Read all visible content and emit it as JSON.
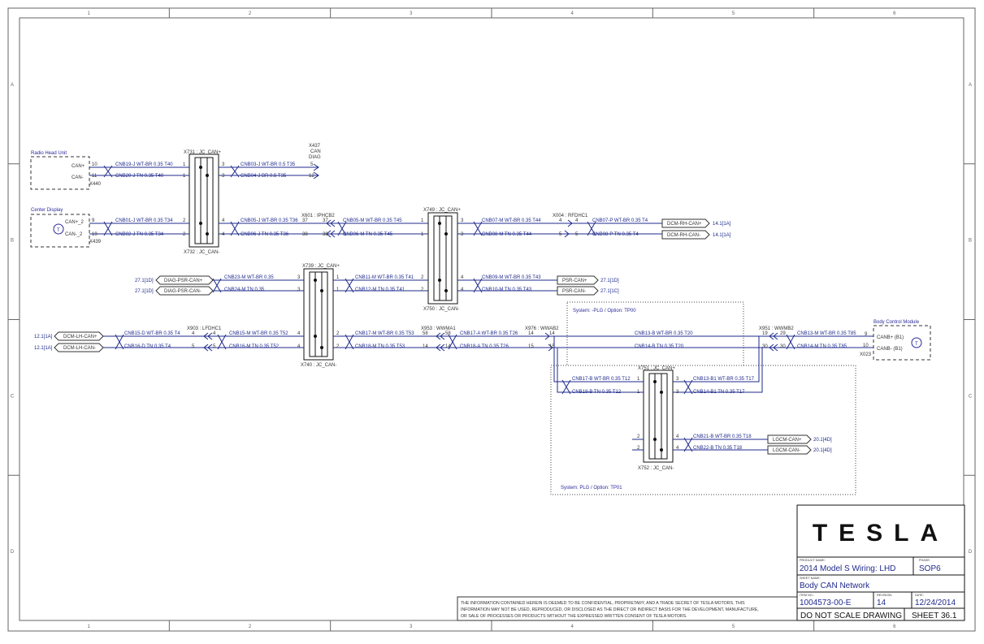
{
  "border": {
    "columns": [
      "1",
      "2",
      "3",
      "4",
      "5",
      "6"
    ],
    "rows": [
      "A",
      "B",
      "C",
      "D"
    ]
  },
  "modules": {
    "radio_head_unit": {
      "title": "Radio Head Unit",
      "pins": [
        "CAN+",
        "CAN-"
      ],
      "conn": "X440"
    },
    "center_display": {
      "title": "Center Display",
      "pins": [
        "CAN+_2",
        "CAN-_2"
      ],
      "conn": "X439",
      "badge": "T"
    },
    "body_control_module": {
      "title": "Body Control Module",
      "pins": [
        "CANB+ (B1)",
        "CANB- (B1)"
      ],
      "conn": "X023",
      "badge": "T",
      "pin_nums": [
        "9",
        "10"
      ]
    }
  },
  "connectors": {
    "x731": {
      "name": "X731 : JC_CAN+"
    },
    "x732": {
      "name": "X732 : JC_CAN-"
    },
    "x437": {
      "l1": "X437",
      "l2": "CAN",
      "l3": "DIAG"
    },
    "x601": {
      "name": "X601 : IPHCB2"
    },
    "x749": {
      "name": "X749 : JC_CAN+"
    },
    "x750": {
      "name": "X750 : JC_CAN-"
    },
    "x004": {
      "name": "X004 : RFDHC1"
    },
    "x739": {
      "name": "X739 : JC_CAN+"
    },
    "x740": {
      "name": "X740 : JC_CAN-"
    },
    "x903": {
      "name": "X903 : LFDHC1"
    },
    "x953": {
      "name": "X953 : WWMA1"
    },
    "x976": {
      "name": "X976 : WWAB2"
    },
    "x951": {
      "name": "X951 : WWMB2"
    },
    "x751": {
      "name": "X751 : JC_CAN+"
    },
    "x752": {
      "name": "X752 : JC_CAN-"
    }
  },
  "wires": {
    "cnb19": "CNB19-J WT-BR 0.35 T40",
    "cnb20": "CNB20-J TN 0.35 T40",
    "cnb03": "CNB03-J WT-BR 0.5 T35",
    "cnb04": "CNB04-J BR 0.5 T35",
    "cnb01": "CNB01-J WT-BR 0.35 T34",
    "cnb02": "CNB02-J TN 0.35 T34",
    "cnb05j": "CNB05-J WT-BR 0.35 T36",
    "cnb06j": "CNB06-J TN 0.35 T36",
    "cnb05m": "CNB05-M WT-BR 0.35 T45",
    "cnb06m": "CNB06-M TN 0.35 T45",
    "cnb07m": "CNB07-M WT-BR 0.35 T44",
    "cnb08m": "CNB08-M TN 0.35 T44",
    "cnb07p": "CNB07-P WT-BR 0.35 T4",
    "cnb08p": "CNB08-P TN 0.35 T4",
    "cnb23": "CNB23-M WT-BR 0.35",
    "cnb24": "CNB24-M TN 0.35",
    "cnb11": "CNB11-M WT-BR 0.35 T41",
    "cnb12": "CNB12-M TN 0.35 T41",
    "cnb09": "CNB09-M WT-BR 0.35 T43",
    "cnb10": "CNB10-M TN 0.35 T43",
    "cnb15d": "CNB15-D WT-BR 0.35 T4",
    "cnb16d": "CNB16-D TN 0.35 T4",
    "cnb15m": "CNB15-M WT-BR 0.35 T52",
    "cnb16m": "CNB16-M TN 0.35 T52",
    "cnb17m": "CNB17-M WT-BR 0.35 T53",
    "cnb18m": "CNB18-M TN 0.35 T53",
    "cnb17a": "CNB17-A WT-BR 0.35 T26",
    "cnb18a": "CNB18-A TN 0.35 T26",
    "cnb13b": "CNB13-B WT-BR 0.35 T20",
    "cnb14b": "CNB14-B TN 0.35 T20",
    "cnb13m": "CNB13-M WT-BR 0.35 T85",
    "cnb14m": "CNB14-M TN 0.35 T85",
    "cnb17b": "CNB17-B WT-BR 0.35 T12",
    "cnb18b": "CNB18-B TN 0.35 T12",
    "cnb13b1": "CNB13-B1 WT-BR 0.35 T17",
    "cnb14b1": "CNB14-B1 TN 0.35 T17",
    "cnb21b": "CNB21-B WT-BR 0.35 T18",
    "cnb22b": "CNB22-B TN 0.35 T18"
  },
  "signals": {
    "dcm_rh_pos": "DCM-RH-CAN+",
    "dcm_rh_neg": "DCM-RH-CAN-",
    "dcm_rh_ref": "14.1[1A]",
    "diag_psr_pos": "DIAG-PSR-CAN+",
    "diag_psr_neg": "DIAG-PSR-CAN-",
    "diag_psr_ref": "27.1[1D]",
    "psr_pos": "PSR-CAN+",
    "psr_neg": "PSR-CAN-",
    "psr_ref1": "27.1[1D]",
    "psr_ref2": "27.1[1C]",
    "dcm_lh_pos": "DCM-LH-CAN+",
    "dcm_lh_neg": "DCM-LH-CAN-",
    "dcm_lh_ref": "12.1[1A]",
    "lgcm_pos": "LGCM-CAN+",
    "lgcm_neg": "LGCM-CAN-",
    "lgcm_ref": "20.1[4D]"
  },
  "systems": {
    "plg": "System: -PLG / Option: TP00",
    "plg_option": "System: PLG / Option: TP01"
  },
  "title_block": {
    "logo": "TESLA",
    "product_label": "PRODUCT NAME:",
    "product": "2014 Model S Wiring: LHD",
    "phase_label": "PHASE:",
    "phase": "SOP6",
    "sheet_name_label": "SHEET NAME:",
    "sheet_name": "Body CAN Network",
    "item_label": "ITEM NO.:",
    "item": "1004573-00-E",
    "rev_label": "REVISION:",
    "rev": "14",
    "date_label": "DATE:",
    "date": "12/24/2014",
    "dns": "DO NOT SCALE DRAWING",
    "sheet": "SHEET 36.1",
    "confidential_1": "THE INFORMATION CONTAINED HEREIN IS DEEMED TO BE CONFIDENTIAL, PROPRIETARY, AND A TRADE SECRET OF TESLA MOTORS.  THIS",
    "confidential_2": "INFORMATION MAY NOT BE USED, REPRODUCED, OR DISCLOSED AS THE DIRECT OR INDIRECT BASIS FOR THE DEVELOPMENT, MANUFACTURE,",
    "confidential_3": "OR SALE OF PROCESSES OR PRODUCTS WITHOUT THE EXPRESSED WRITTEN CONSENT OF TESLA MOTORS."
  }
}
